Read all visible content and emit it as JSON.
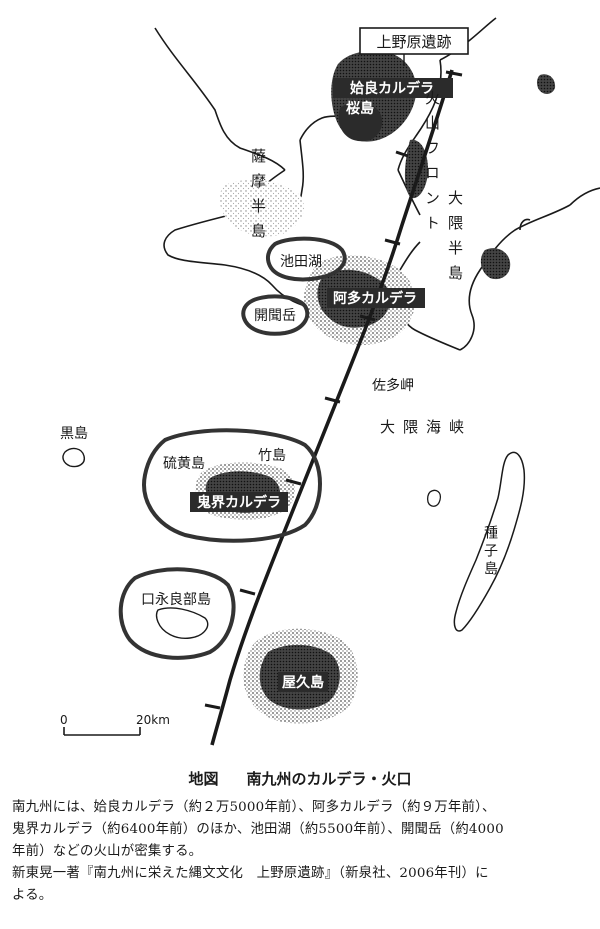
{
  "map": {
    "site_label": "上野原遺跡",
    "labels": {
      "aira_caldera": "姶良カルデラ",
      "sakurajima": "桜島",
      "ata_caldera": "阿多カルデラ",
      "kikai_caldera": "鬼界カルデラ",
      "ikeda_lake": "池田湖",
      "kaimondake": "開聞岳",
      "satsuma_peninsula": "薩摩半島",
      "osumi_peninsula": "大隈半島",
      "volcanic_front": "火山フロント",
      "sata_cape": "佐多岬",
      "osumi_strait": "大隈海峡",
      "kuroshima": "黒島",
      "iojima": "硫黄島",
      "takeshima": "竹島",
      "kuchinoerabujima": "口永良部島",
      "tanegashima": "種子島",
      "yakushima": "屋久島"
    },
    "scale": {
      "start": "0",
      "end": "20km"
    },
    "colors": {
      "ink": "#1a1a1a",
      "stipple": "#6a6a6a",
      "dark_fill": "#2b2b2b"
    }
  },
  "caption": {
    "title": "地図",
    "subtitle": "南九州のカルデラ・火口",
    "lines": [
      "南九州には、姶良カルデラ（約２万5000年前）、阿多カルデラ（約９万年前）、",
      "鬼界カルデラ（約6400年前）のほか、池田湖（約5500年前）、開聞岳（約4000",
      "年前）などの火山が密集する。",
      "新東晃一著『南九州に栄えた縄文文化　上野原遺跡』（新泉社、2006年刊）に",
      "よる。"
    ]
  }
}
